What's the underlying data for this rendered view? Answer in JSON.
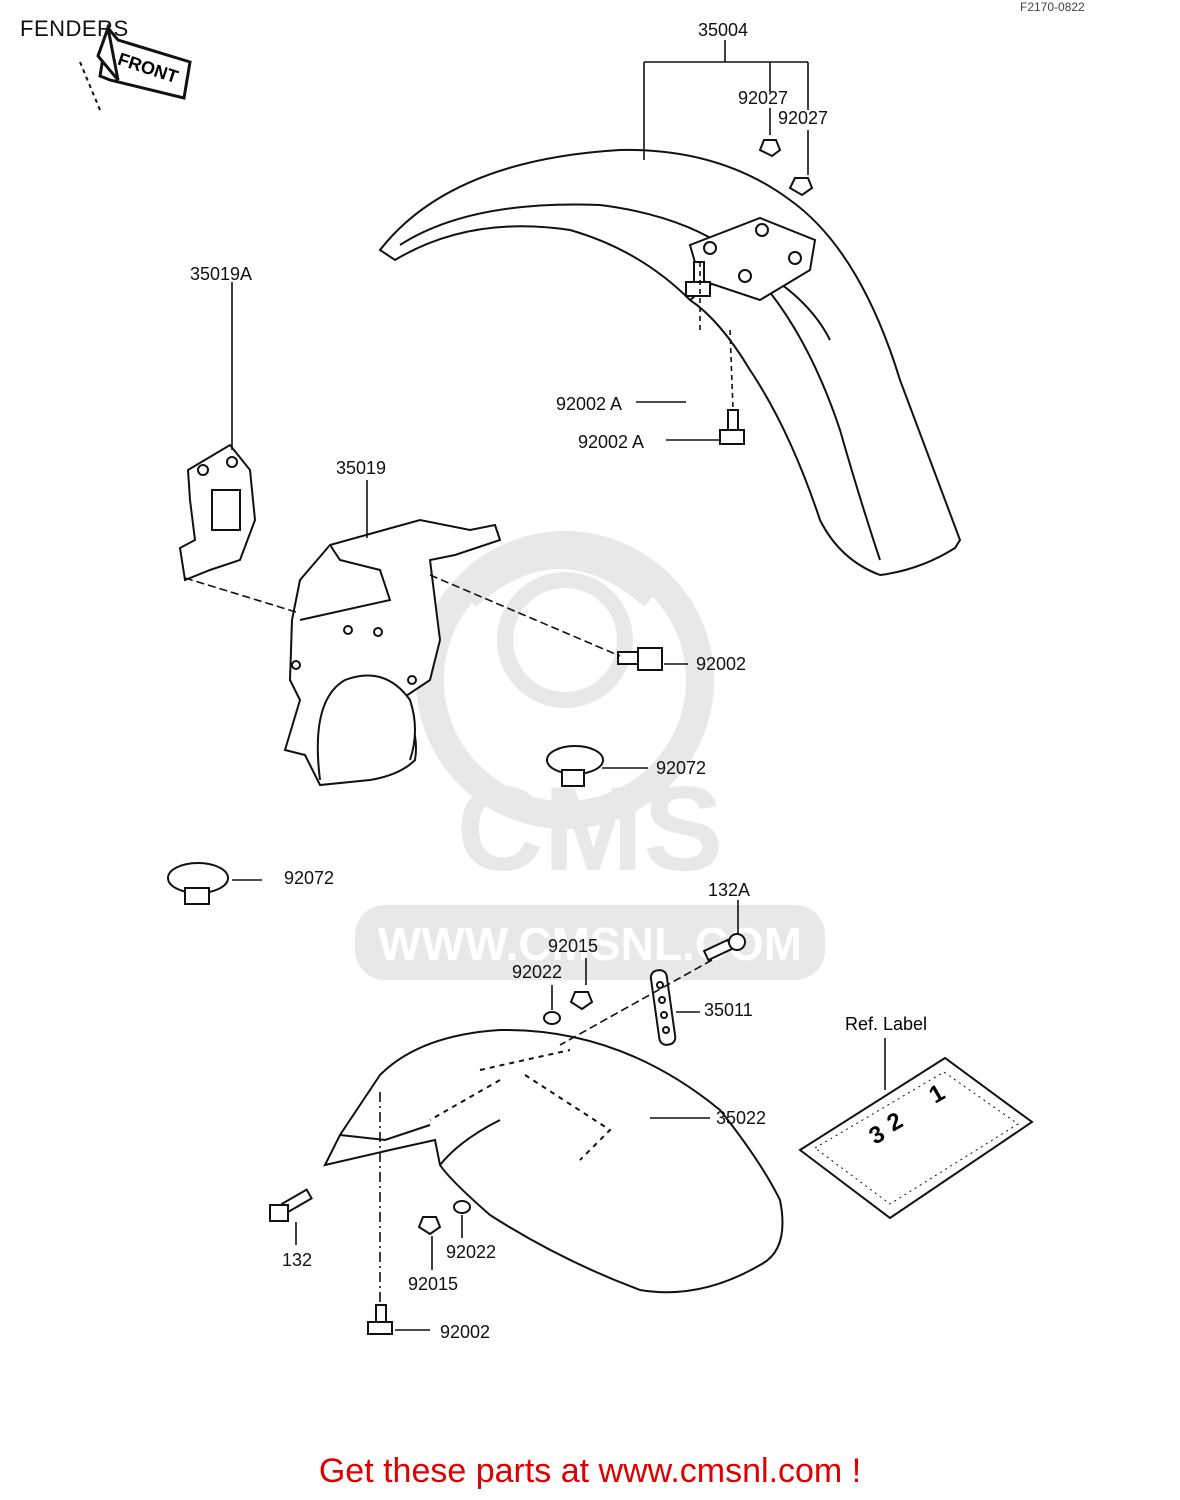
{
  "title": "FENDERS",
  "diagram_code": "F2170-0822",
  "front_arrow": "FRONT",
  "watermark": {
    "brand": "CMS",
    "url": "WWW.CMSNL.COM"
  },
  "parts": {
    "p35004": "35004",
    "p92027a": "92027",
    "p92027b": "92027",
    "p92002Aa": "92002 A",
    "p92002Ab": "92002 A",
    "p35019A": "35019A",
    "p35019": "35019",
    "p92002a": "92002",
    "p92072a": "92072",
    "p92072b": "92072",
    "p132A": "132A",
    "p92015a": "92015",
    "p92022a": "92022",
    "p35011": "35011",
    "p35022": "35022",
    "p132": "132",
    "p92022b": "92022",
    "p92015b": "92015",
    "p92002b": "92002"
  },
  "ref_label": {
    "title": "Ref. Label",
    "n3": "3",
    "n2": "2",
    "n1": "1"
  },
  "footer": "Get these parts at www.cmsnl.com !"
}
